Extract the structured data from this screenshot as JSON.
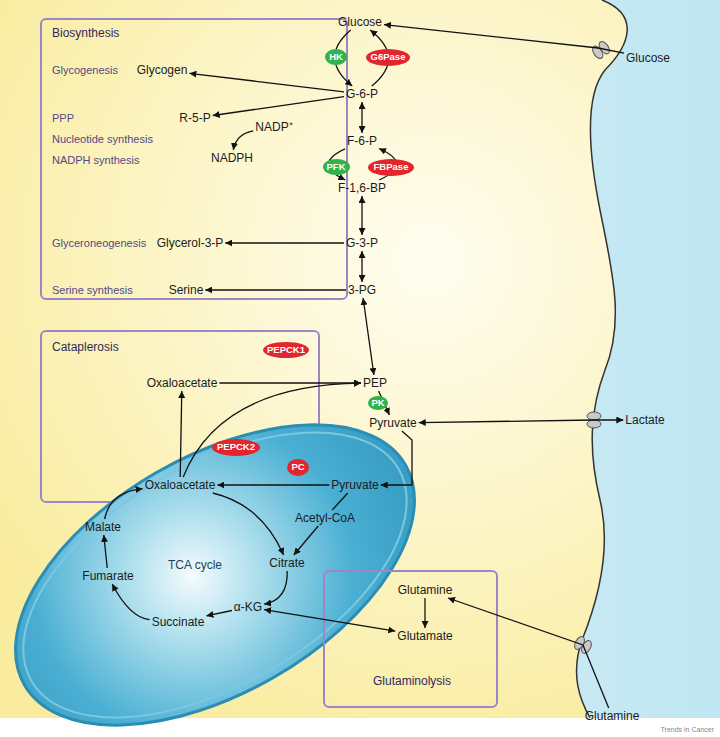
{
  "diagram": {
    "nodes": [
      {
        "text": [
          "Biosynthesis",
          "Glycogenesis",
          "PPP",
          "Nucleotide synthesis",
          "NADPH synthesis",
          "Glyceroneogenesis",
          "Serine synthesis"
        ]
      },
      {
        "text": [
          "Glycogen"
        ],
        "in": 0
      },
      {
        "text": [
          "R-5-P"
        ],
        "in": 0
      },
      {
        "text": [
          "NADP⁺"
        ],
        "in": 0
      },
      {
        "text": [
          "NADPH"
        ],
        "in": 0
      },
      {
        "text": [
          "Glycerol-3-P"
        ],
        "in": 0
      },
      {
        "text": [
          "Serine"
        ],
        "in": 0
      },
      {
        "text": [
          "Glucose"
        ]
      },
      {
        "text": [
          "Glucose"
        ]
      },
      {
        "text": [
          "HK"
        ]
      },
      {
        "text": [
          "G6Pase"
        ]
      },
      {
        "text": [
          "G-6-P"
        ]
      },
      {
        "text": [
          "F-6-P"
        ]
      },
      {
        "text": [
          "PFK"
        ]
      },
      {
        "text": [
          "FBPase"
        ]
      },
      {
        "text": [
          "F-1,6-BP"
        ]
      },
      {
        "text": [
          "G-3-P"
        ]
      },
      {
        "text": [
          "3-PG"
        ]
      },
      {
        "text": [
          "Cataplerosis"
        ]
      },
      {
        "text": [
          "Oxaloacetate"
        ],
        "in": 18
      },
      {
        "text": [
          "PEPCK1"
        ],
        "in": 18
      },
      {
        "text": [
          "PEPCK2"
        ],
        "in": 18
      },
      {
        "text": [
          "PEP"
        ]
      },
      {
        "text": [
          "PK"
        ]
      },
      {
        "text": [
          "Pyruvate"
        ]
      },
      {
        "text": [
          "Lactate"
        ]
      },
      {
        "text": [
          "TCA cycle"
        ]
      },
      {
        "text": [
          "PC"
        ],
        "in": 26
      },
      {
        "text": [
          "Oxaloacetate"
        ],
        "in": 26
      },
      {
        "text": [
          "Pyruvate"
        ],
        "in": 26
      },
      {
        "text": [
          "Acetyl-CoA"
        ],
        "in": 26
      },
      {
        "text": [
          "Malate"
        ],
        "in": 26
      },
      {
        "text": [
          "Citrate"
        ],
        "in": 26
      },
      {
        "text": [
          "Fumarate"
        ],
        "in": 26
      },
      {
        "text": [
          "Succinate"
        ],
        "in": 26
      },
      {
        "text": [
          "α-KG"
        ],
        "in": 26
      },
      {
        "text": [
          "Glutaminolysis"
        ]
      },
      {
        "text": [
          "Glutamine"
        ],
        "in": 36
      },
      {
        "text": [
          "Glutamate"
        ],
        "in": 36
      },
      {
        "text": [
          "Glutamine"
        ]
      }
    ],
    "edges": [
      {
        "from": 8,
        "to": 7,
        "arrow": "to"
      },
      {
        "from": 7,
        "to": 11,
        "arrow": "to"
      },
      {
        "from": 11,
        "to": 7,
        "arrow": "to"
      },
      {
        "from": 11,
        "to": 1,
        "arrow": "to"
      },
      {
        "from": 11,
        "to": 2,
        "arrow": "to"
      },
      {
        "from": 3,
        "to": 4,
        "arrow": "to"
      },
      {
        "from": 11,
        "to": 12,
        "arrow": "both"
      },
      {
        "from": 12,
        "to": 15,
        "arrow": "to"
      },
      {
        "from": 15,
        "to": 12,
        "arrow": "to"
      },
      {
        "from": 15,
        "to": 16,
        "arrow": "both"
      },
      {
        "from": 16,
        "to": 5,
        "arrow": "to"
      },
      {
        "from": 16,
        "to": 17,
        "arrow": "both"
      },
      {
        "from": 17,
        "to": 6,
        "arrow": "to"
      },
      {
        "from": 17,
        "to": 22,
        "arrow": "both"
      },
      {
        "from": 19,
        "to": 22,
        "arrow": "to"
      },
      {
        "from": 22,
        "to": 24,
        "arrow": "to"
      },
      {
        "from": 24,
        "to": 25,
        "arrow": "both"
      },
      {
        "from": 24,
        "to": 29,
        "arrow": "to"
      },
      {
        "from": 29,
        "to": 28,
        "arrow": "to"
      },
      {
        "from": 28,
        "to": 22,
        "arrow": "to"
      },
      {
        "from": 28,
        "to": 19,
        "arrow": "to"
      },
      {
        "from": 29,
        "to": 30,
        "arrow": "none"
      },
      {
        "from": 30,
        "to": 32,
        "arrow": "to"
      },
      {
        "from": 28,
        "to": 32,
        "arrow": "to"
      },
      {
        "from": 32,
        "to": 35,
        "arrow": "to"
      },
      {
        "from": 35,
        "to": 34,
        "arrow": "to"
      },
      {
        "from": 34,
        "to": 33,
        "arrow": "to"
      },
      {
        "from": 33,
        "to": 31,
        "arrow": "to"
      },
      {
        "from": 31,
        "to": 28,
        "arrow": "to"
      },
      {
        "from": 39,
        "to": 37,
        "arrow": "to"
      },
      {
        "from": 37,
        "to": 38,
        "arrow": "to"
      },
      {
        "from": 38,
        "to": 35,
        "arrow": "both"
      }
    ],
    "labels": [
      "Trends in Cancer"
    ]
  }
}
